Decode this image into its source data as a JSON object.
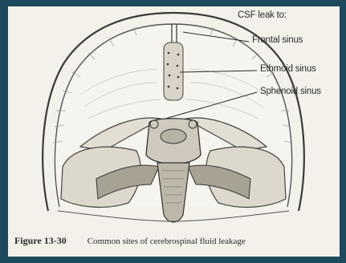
{
  "labels": {
    "heading": "CSF leak to:",
    "frontal": "Frontal sinus",
    "ethmoid": "Ethmoid sinus",
    "sphenoid": "Sphenoid sinus"
  },
  "caption": {
    "number": "Figure 13-30",
    "text": "Common sites of cerebrospinal fluid leakage"
  },
  "colors": {
    "frame": "#1d4a5c",
    "paper": "#f3f1ea",
    "ink": "#2a2a2a"
  }
}
